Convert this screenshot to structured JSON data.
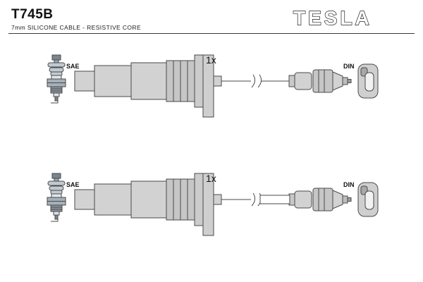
{
  "header": {
    "part_number": "T745B",
    "subtitle": "7mm SILICONE CABLE - RESISTIVE CORE",
    "brand": "TESLA"
  },
  "assemblies": [
    {
      "left_connector_standard": "SAE",
      "quantity": "1x",
      "right_connector_standard": "DIN"
    },
    {
      "left_connector_standard": "SAE",
      "quantity": "1x",
      "right_connector_standard": "DIN"
    }
  ],
  "colors": {
    "background": "#ffffff",
    "line_art": "#4a4a4a",
    "fill_light": "#d2d2d2",
    "fill_mid": "#c6c6c6"
  }
}
